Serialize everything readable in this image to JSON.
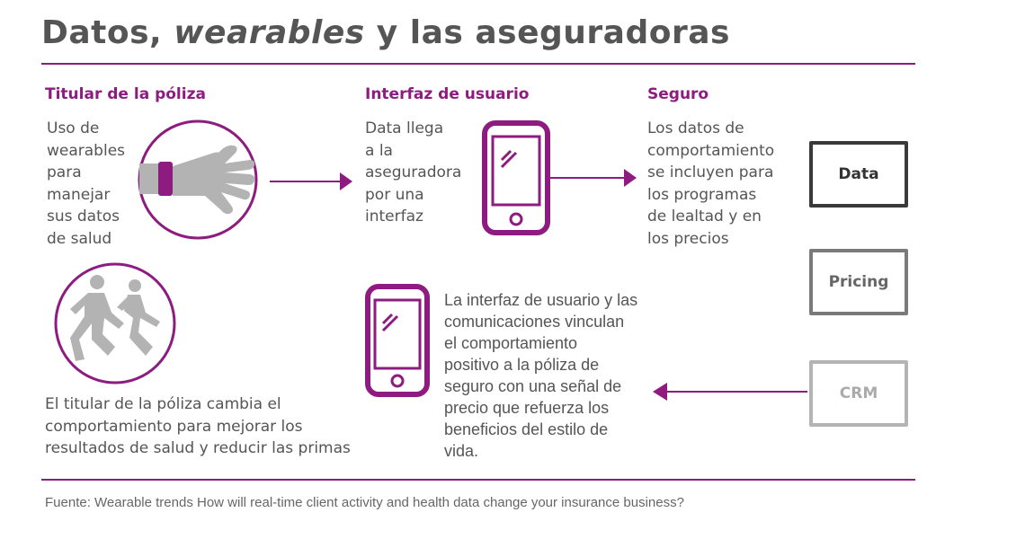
{
  "title": {
    "part1": "Datos, ",
    "part2": "wearables",
    "part3": " y las aseguradoras"
  },
  "columns": {
    "holder": {
      "heading": "Titular de la póliza",
      "text": "Uso de\nwearables\npara\nmanejar\nsus datos\nde salud"
    },
    "interface": {
      "heading": "Interfaz de usuario",
      "text": "Data llega\na la\naseguradora\npor una\ninterfaz"
    },
    "insurance": {
      "heading": "Seguro",
      "text": "Los datos de\ncomportamiento\nse incluyen para\nlos programas\nde lealtad y en\nlos precios"
    }
  },
  "boxes": {
    "data": "Data",
    "pricing": "Pricing",
    "crm": "CRM"
  },
  "lower": {
    "holder_text": "El titular de la póliza cambia el\ncomportamiento para mejorar los\nresultados de salud y reducir las primas",
    "interface_text": "La interfaz de usuario y las\ncomunicaciones vinculan\nel comportamiento\npositivo a la póliza de\nseguro con una señal de\nprecio que refuerza los\nbeneficios del estilo de\nvida."
  },
  "source": "Fuente: Wearable trends How will real-time client activity and health data change your insurance business?",
  "colors": {
    "accent": "#8e1b7f",
    "text": "#555555",
    "icon_gray": "#b3b3b3"
  },
  "icons": [
    "wrist-wearable-icon",
    "smartphone-icon",
    "runners-icon",
    "arrow-icon"
  ]
}
